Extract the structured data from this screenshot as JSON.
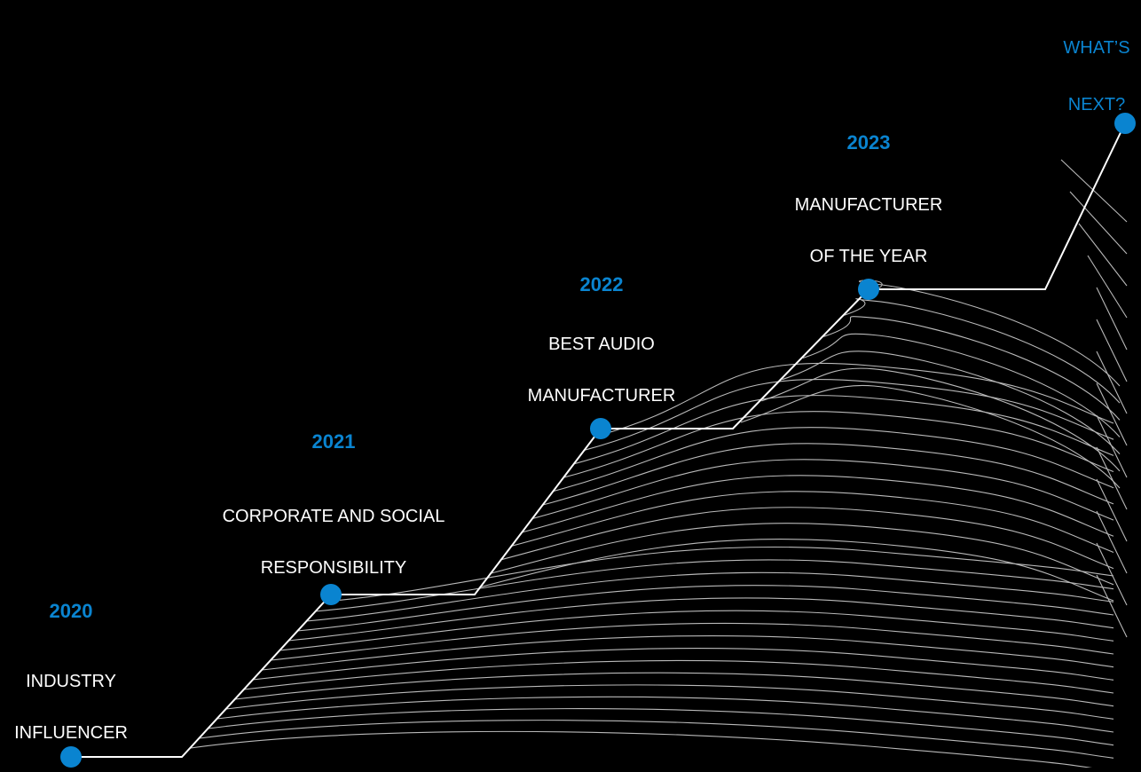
{
  "colors": {
    "background": "#000000",
    "accent": "#0a84d0",
    "line": "#ffffff",
    "hatch": "#b9b9b9",
    "text": "#ffffff"
  },
  "milestones": [
    {
      "year": "2020",
      "award_lines": [
        "INDUSTRY",
        "INFLUENCER"
      ]
    },
    {
      "year": "2021",
      "award_lines": [
        "CORPORATE AND SOCIAL",
        "RESPONSIBILITY"
      ]
    },
    {
      "year": "2022",
      "award_lines": [
        "BEST AUDIO",
        "MANUFACTURER"
      ]
    },
    {
      "year": "2023",
      "award_lines": [
        "MANUFACTURER",
        "OF THE YEAR"
      ]
    }
  ],
  "next": {
    "label_lines": [
      "WHAT’S",
      "NEXT?"
    ]
  }
}
